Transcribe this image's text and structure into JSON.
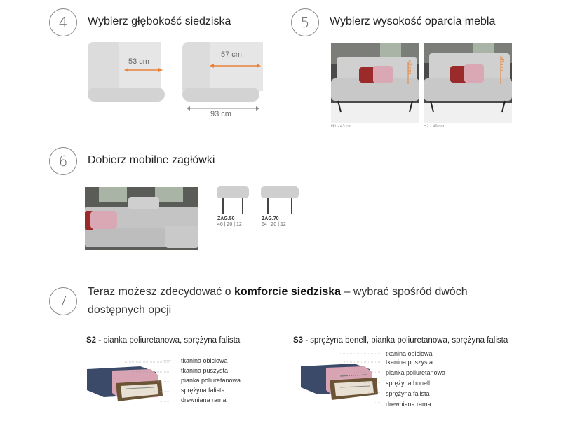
{
  "step4": {
    "number": "4",
    "title": "Wybierz głębokość siedziska",
    "depth_a": "53 cm",
    "depth_b": "57 cm",
    "total_b": "93 cm"
  },
  "step5": {
    "number": "5",
    "title": "Wybierz wysokość oparcia mebla",
    "h1_label": "43 cm",
    "h2_label": "49 cm",
    "h1_caption": "H1 - 43 cm",
    "h2_caption": "H2 - 49 cm"
  },
  "step6": {
    "number": "6",
    "title": "Dobierz mobilne zagłówki",
    "headrests": [
      {
        "code": "ZAG.50",
        "dims": "46 | 20 | 12"
      },
      {
        "code": "ZAG.70",
        "dims": "64 | 20 | 12"
      }
    ]
  },
  "step7": {
    "number": "7",
    "text_before": "Teraz możesz zdecydować o ",
    "text_bold": "komforcie siedziska",
    "text_after": " – wybrać spośród dwóch dostępnych opcji"
  },
  "s2": {
    "code": "S2",
    "desc": " - pianka poliuretanowa, sprężyna falista",
    "layers": [
      "tkanina obiciowa",
      "tkanina puszysta",
      "pianka poliuretanowa",
      "sprężyna falista",
      "drewniana rama"
    ]
  },
  "s3": {
    "code": "S3",
    "desc": " - sprężyna bonell, pianka poliuretanowa, sprężyna falista",
    "layers": [
      "tkanina obiciowa",
      "tkanina puszysta",
      "pianka poliuretanowa",
      "sprężyna bonell",
      "sprężyna falista",
      "drewniana rama"
    ]
  },
  "colors": {
    "accent_arrow": "#e8823a",
    "circle_border": "#8a8a8a",
    "sofa_grey": "#d8d8d8",
    "cushion_red": "#9b2a2a",
    "cushion_pink": "#d9a8b4"
  }
}
